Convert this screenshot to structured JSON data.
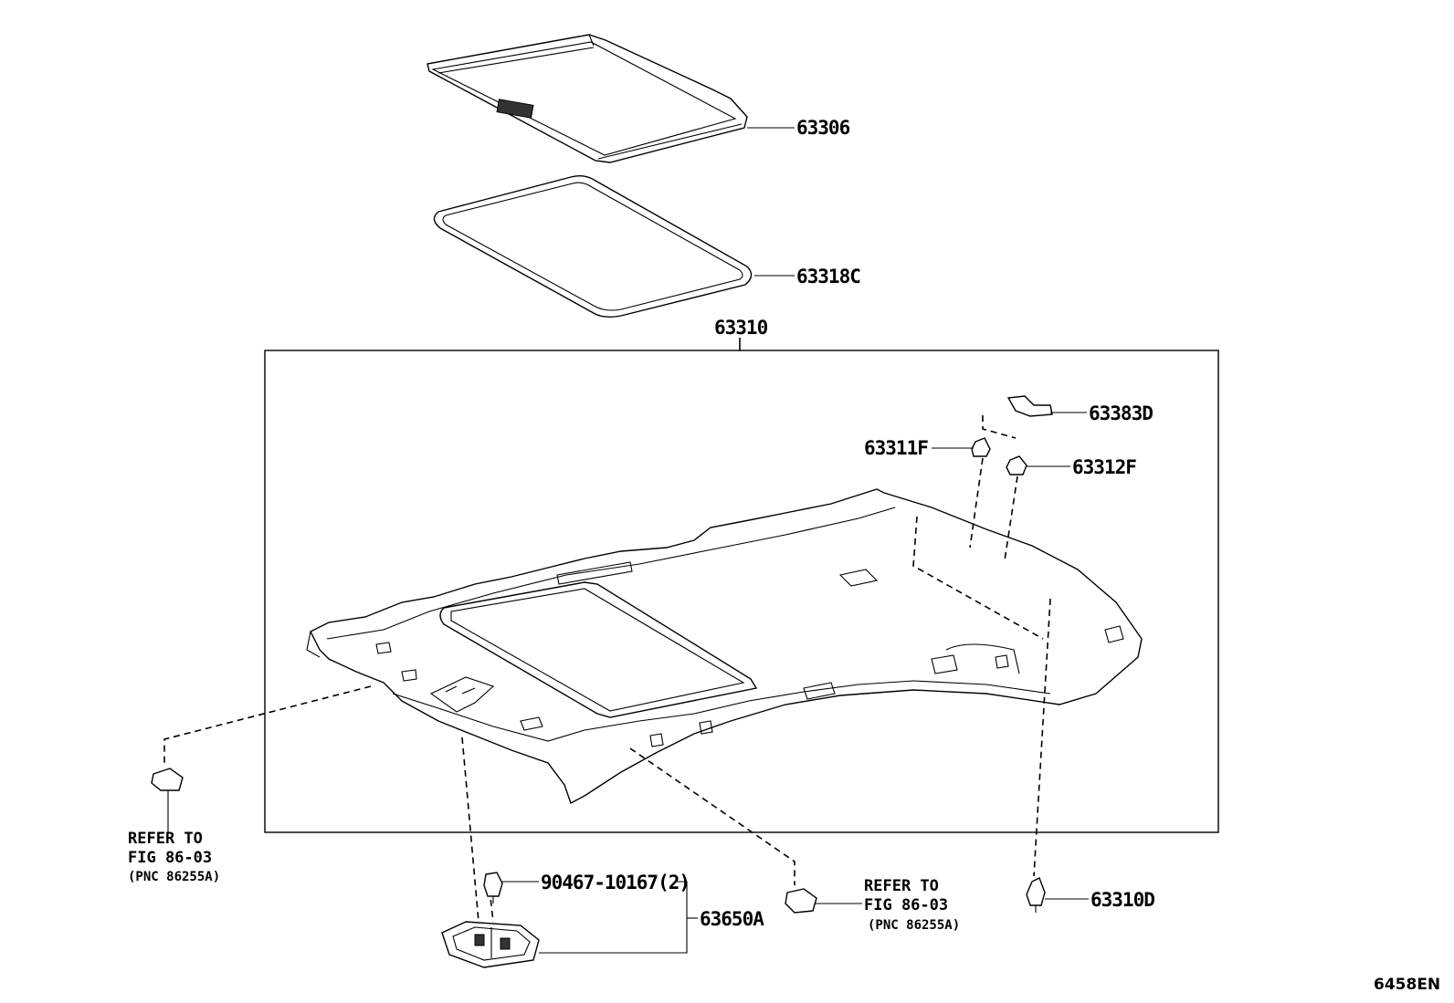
{
  "parts": {
    "p63306": "63306",
    "p63318C": "63318C",
    "p63310": "63310",
    "p63383D": "63383D",
    "p63311F": "63311F",
    "p63312F": "63312F",
    "p90467": "90467-10167(2)",
    "p63650A": "63650A",
    "p63310D": "63310D"
  },
  "references": {
    "left": {
      "line1": "REFER TO",
      "line2": "FIG 86-03",
      "line3": "(PNC 86255A)"
    },
    "center": {
      "line1": "REFER TO",
      "line2": "FIG 86-03",
      "line3": "(PNC 86255A)"
    }
  },
  "diagram_code": "6458EN"
}
